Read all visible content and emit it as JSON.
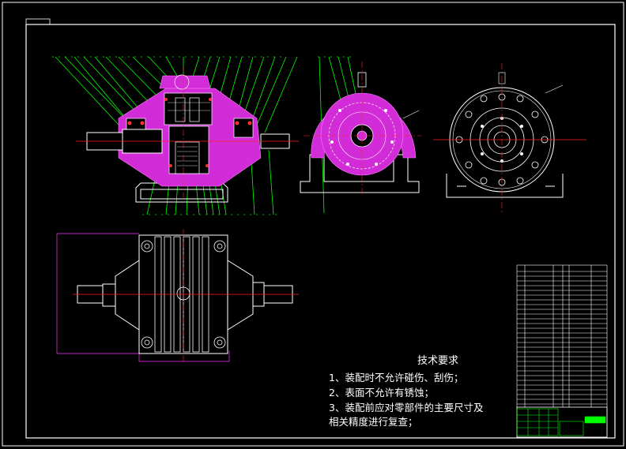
{
  "technical_requirements": {
    "title": "技术要求",
    "items": [
      "1、装配时不允许碰伤、刮伤；",
      "2、表面不允许有锈蚀；",
      "3、装配前应对零部件的主要尺寸及",
      "相关精度进行复查；"
    ]
  },
  "colors": {
    "background": "#000000",
    "frame": "#ffffff",
    "housing": "#d22cd8",
    "leader": "#00ff00",
    "centerline": "#ff2020",
    "dimension": "#ff30ff",
    "text": "#ffffff"
  }
}
